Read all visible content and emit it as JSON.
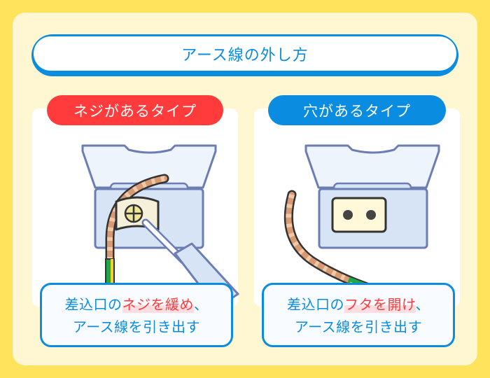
{
  "title": "アース線の外し方",
  "colors": {
    "background": "#FFE35C",
    "panel": "#FFF6D2",
    "accent_blue": "#0A8CE0",
    "accent_red": "#FF3B3B",
    "highlight": "#FFDDE0",
    "outlet_outline": "#6B7DB3",
    "outlet_fill": "#D6E4F5",
    "wire_copper": "#D89A72",
    "wire_stripe": "#F2C9A8",
    "wire_green": "#1FA84A",
    "wire_yellow": "#F5D21F"
  },
  "panels": [
    {
      "badge": "ネジがあるタイプ",
      "illustration": "outlet-with-screw-terminal-and-screwdriver",
      "caption": {
        "line1_prefix": "差込口の",
        "line1_highlight": "ネジを緩め",
        "line1_suffix": "、",
        "line2": "アース線を引き出す"
      }
    },
    {
      "badge": "穴があるタイプ",
      "illustration": "outlet-with-hole-terminal",
      "caption": {
        "line1_prefix": "差込口の",
        "line1_highlight": "フタを開け",
        "line1_suffix": "、",
        "line2": "アース線を引き出す"
      }
    }
  ]
}
